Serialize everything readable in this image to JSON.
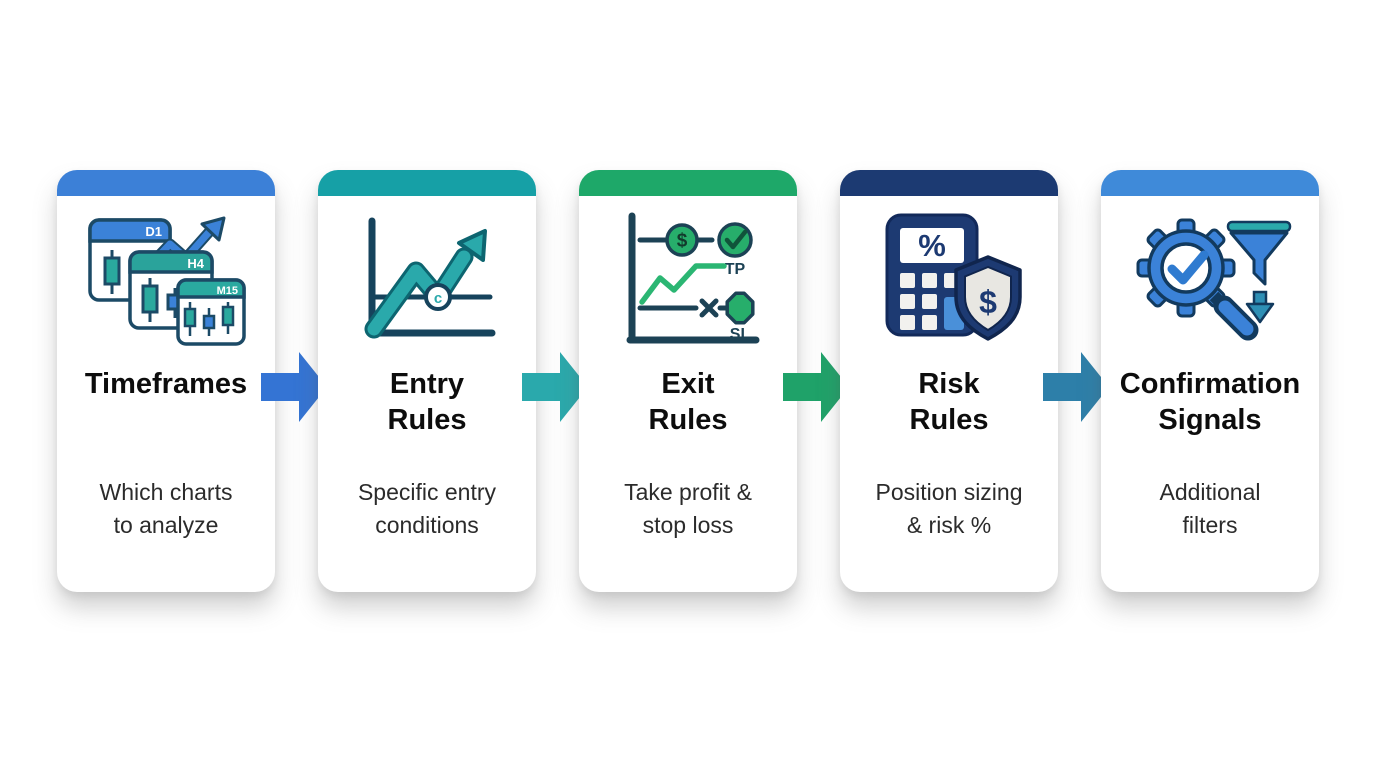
{
  "diagram": {
    "background_color": "#ffffff",
    "title_color": "#0d0d0d",
    "subtitle_color": "#2b2b2b"
  },
  "steps": [
    {
      "id": "timeframes",
      "accent_color": "#3c80d7",
      "title_lines": [
        "Timeframes"
      ],
      "subtitle_lines": [
        "Which charts",
        "to analyze"
      ],
      "icon": "multi-timeframe-candlestick-charts-icon",
      "icon_labels": {
        "d1": "D1",
        "h4": "H4",
        "m15": "M15"
      }
    },
    {
      "id": "entry-rules",
      "accent_color": "#16a0a6",
      "title_lines": [
        "Entry",
        "Rules"
      ],
      "subtitle_lines": [
        "Specific entry",
        "conditions"
      ],
      "icon": "rising-chart-arrow-icon",
      "icon_labels": {
        "entry_marker": "c"
      }
    },
    {
      "id": "exit-rules",
      "accent_color": "#1ea869",
      "title_lines": [
        "Exit",
        "Rules"
      ],
      "subtitle_lines": [
        "Take profit &",
        "stop loss"
      ],
      "icon": "take-profit-stop-loss-chart-icon",
      "icon_labels": {
        "dollar": "$",
        "tp": "TP",
        "sl": "SL"
      }
    },
    {
      "id": "risk-rules",
      "accent_color": "#1c3a72",
      "title_lines": [
        "Risk",
        "Rules"
      ],
      "subtitle_lines": [
        "Position sizing",
        "& risk %"
      ],
      "icon": "calculator-shield-icon",
      "icon_labels": {
        "percent": "%",
        "dollar": "$"
      }
    },
    {
      "id": "confirmation-signals",
      "accent_color": "#3f8ad9",
      "title_lines": [
        "Confirmation",
        "Signals"
      ],
      "subtitle_lines": [
        "Additional",
        "filters"
      ],
      "icon": "gear-check-magnifier-funnel-icon"
    }
  ],
  "arrows": [
    {
      "direction": "right",
      "color": "#3474d4"
    },
    {
      "direction": "right",
      "color": "#2aa9ac"
    },
    {
      "direction": "right",
      "color": "#1fa269"
    },
    {
      "direction": "right",
      "color": "#2d7fa9"
    }
  ]
}
